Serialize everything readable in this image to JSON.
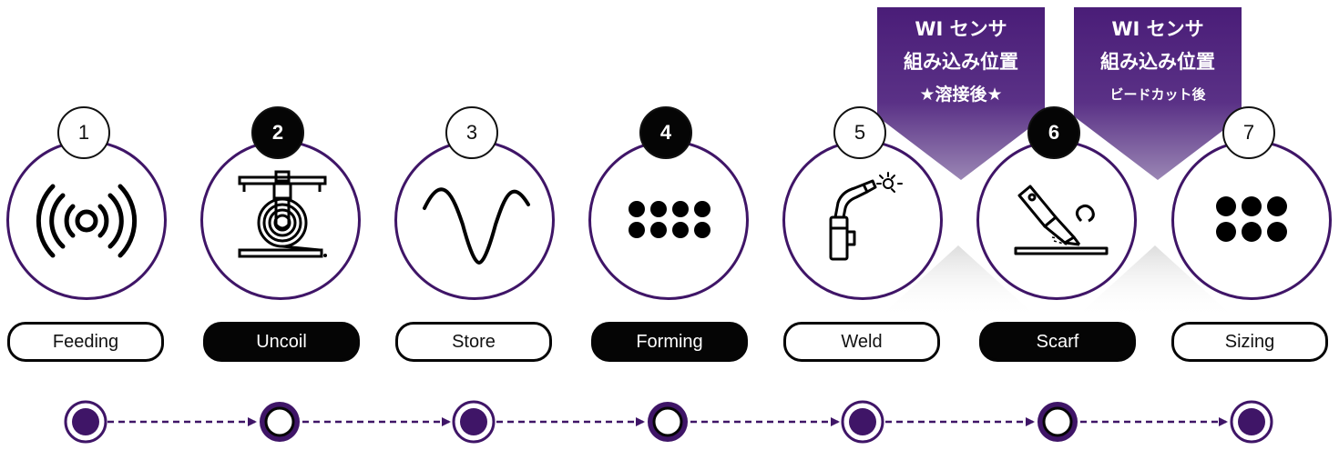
{
  "banners": [
    {
      "line1": "WI センサ",
      "line2": "組み込み位置",
      "line3": "★溶接後★"
    },
    {
      "line1": "WI センサ",
      "line2": "組み込み位置",
      "line3": "ビードカット後"
    }
  ],
  "steps": [
    {
      "number": "1",
      "label": "Feeding",
      "icon": "sensor-waves-icon",
      "dark": false
    },
    {
      "number": "2",
      "label": "Uncoil",
      "icon": "uncoiler-icon",
      "dark": true
    },
    {
      "number": "3",
      "label": "Store",
      "icon": "wave-curve-icon",
      "dark": false
    },
    {
      "number": "4",
      "label": "Forming",
      "icon": "dot-grid-icon",
      "dark": true
    },
    {
      "number": "5",
      "label": "Weld",
      "icon": "welding-torch-icon",
      "dark": false
    },
    {
      "number": "6",
      "label": "Scarf",
      "icon": "scarfing-tool-icon",
      "dark": true
    },
    {
      "number": "7",
      "label": "Sizing",
      "icon": "dot-grid-icon",
      "dark": false
    }
  ],
  "timeline": {
    "nodes": [
      "filled",
      "hollow",
      "filled",
      "hollow",
      "filled",
      "hollow",
      "filled"
    ]
  },
  "colors": {
    "accent": "#3f1567",
    "banner_top": "#4a1d78",
    "banner_bottom": "#9a86b4",
    "ink": "#050505"
  }
}
